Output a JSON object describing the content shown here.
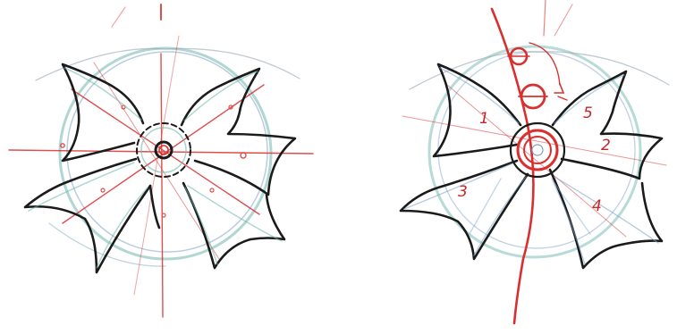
{
  "left_sketch": {
    "petal_count": 5
  },
  "right_sketch": {
    "petal_numbers": [
      "1",
      "2",
      "3",
      "4",
      "5"
    ]
  },
  "colors": {
    "ink": "#1b1b1b",
    "guide_red": "#d9302f",
    "guide_teal": "#6fb7ad",
    "guide_blue": "#7fa3c8",
    "background": "#ffffff"
  }
}
